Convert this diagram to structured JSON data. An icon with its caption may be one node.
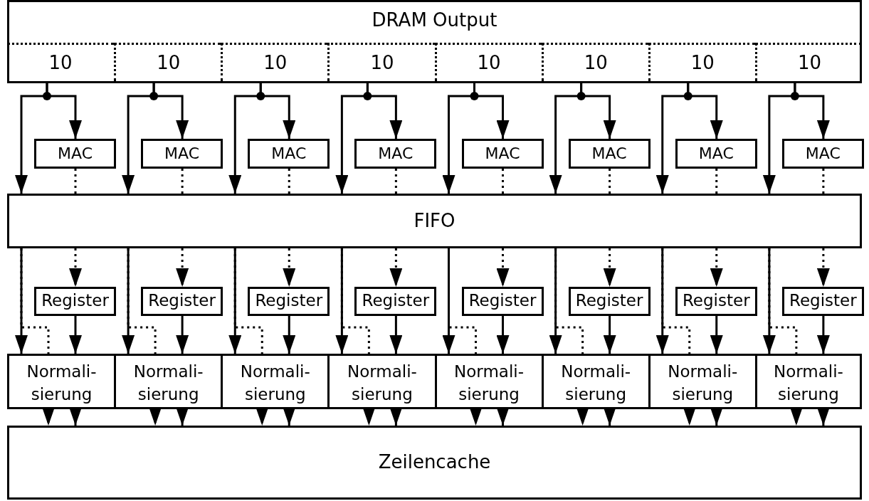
{
  "diagram": {
    "nodes": [
      {
        "text": [
          "DRAM Output"
        ]
      },
      {
        "text": [
          "10"
        ],
        "in": 0
      },
      {
        "text": [
          "10"
        ],
        "in": 0
      },
      {
        "text": [
          "10"
        ],
        "in": 0
      },
      {
        "text": [
          "10"
        ],
        "in": 0
      },
      {
        "text": [
          "10"
        ],
        "in": 0
      },
      {
        "text": [
          "10"
        ],
        "in": 0
      },
      {
        "text": [
          "10"
        ],
        "in": 0
      },
      {
        "text": [
          "10"
        ],
        "in": 0
      },
      {
        "text": [
          "MAC"
        ]
      },
      {
        "text": [
          "MAC"
        ]
      },
      {
        "text": [
          "MAC"
        ]
      },
      {
        "text": [
          "MAC"
        ]
      },
      {
        "text": [
          "MAC"
        ]
      },
      {
        "text": [
          "MAC"
        ]
      },
      {
        "text": [
          "MAC"
        ]
      },
      {
        "text": [
          "MAC"
        ]
      },
      {
        "text": [
          "FIFO"
        ]
      },
      {
        "text": [
          "Register"
        ]
      },
      {
        "text": [
          "Register"
        ]
      },
      {
        "text": [
          "Register"
        ]
      },
      {
        "text": [
          "Register"
        ]
      },
      {
        "text": [
          "Register"
        ]
      },
      {
        "text": [
          "Register"
        ]
      },
      {
        "text": [
          "Register"
        ]
      },
      {
        "text": [
          "Register"
        ]
      },
      {
        "text": [
          "Normali- sierung"
        ]
      },
      {
        "text": [
          "Normali- sierung"
        ]
      },
      {
        "text": [
          "Normali- sierung"
        ]
      },
      {
        "text": [
          "Normali- sierung"
        ]
      },
      {
        "text": [
          "Normali- sierung"
        ]
      },
      {
        "text": [
          "Normali- sierung"
        ]
      },
      {
        "text": [
          "Normali- sierung"
        ]
      },
      {
        "text": [
          "Normali- sierung"
        ]
      },
      {
        "text": [
          "Zeilencache"
        ]
      }
    ],
    "edges": [
      {
        "from": 1,
        "to": 17,
        "arrow": "to"
      },
      {
        "from": 1,
        "to": 9,
        "arrow": "to"
      },
      {
        "from": 9,
        "to": 17,
        "arrow": "none",
        "style": "dashed"
      },
      {
        "from": 17,
        "to": 18,
        "arrow": "to",
        "style": "dashed"
      },
      {
        "from": 17,
        "to": 26,
        "arrow": "to"
      },
      {
        "from": 17,
        "to": 26,
        "arrow": "none",
        "style": "dashed"
      },
      {
        "from": 18,
        "to": 26,
        "arrow": "to"
      },
      {
        "from": 26,
        "to": 34,
        "arrow": "to",
        "style": "dashed"
      },
      {
        "from": 26,
        "to": 34,
        "arrow": "to"
      },
      {
        "from": 2,
        "to": 17,
        "arrow": "to"
      },
      {
        "from": 2,
        "to": 10,
        "arrow": "to"
      },
      {
        "from": 10,
        "to": 17,
        "arrow": "none",
        "style": "dashed"
      },
      {
        "from": 17,
        "to": 19,
        "arrow": "to",
        "style": "dashed"
      },
      {
        "from": 17,
        "to": 27,
        "arrow": "to"
      },
      {
        "from": 17,
        "to": 27,
        "arrow": "none",
        "style": "dashed"
      },
      {
        "from": 19,
        "to": 27,
        "arrow": "to"
      },
      {
        "from": 27,
        "to": 34,
        "arrow": "to",
        "style": "dashed"
      },
      {
        "from": 27,
        "to": 34,
        "arrow": "to"
      },
      {
        "from": 3,
        "to": 17,
        "arrow": "to"
      },
      {
        "from": 3,
        "to": 11,
        "arrow": "to"
      },
      {
        "from": 11,
        "to": 17,
        "arrow": "none",
        "style": "dashed"
      },
      {
        "from": 17,
        "to": 20,
        "arrow": "to",
        "style": "dashed"
      },
      {
        "from": 17,
        "to": 28,
        "arrow": "to"
      },
      {
        "from": 17,
        "to": 28,
        "arrow": "none",
        "style": "dashed"
      },
      {
        "from": 20,
        "to": 28,
        "arrow": "to"
      },
      {
        "from": 28,
        "to": 34,
        "arrow": "to",
        "style": "dashed"
      },
      {
        "from": 28,
        "to": 34,
        "arrow": "to"
      },
      {
        "from": 4,
        "to": 17,
        "arrow": "to"
      },
      {
        "from": 4,
        "to": 12,
        "arrow": "to"
      },
      {
        "from": 12,
        "to": 17,
        "arrow": "none",
        "style": "dashed"
      },
      {
        "from": 17,
        "to": 21,
        "arrow": "to",
        "style": "dashed"
      },
      {
        "from": 17,
        "to": 29,
        "arrow": "to"
      },
      {
        "from": 17,
        "to": 29,
        "arrow": "none",
        "style": "dashed"
      },
      {
        "from": 21,
        "to": 29,
        "arrow": "to"
      },
      {
        "from": 29,
        "to": 34,
        "arrow": "to",
        "style": "dashed"
      },
      {
        "from": 29,
        "to": 34,
        "arrow": "to"
      },
      {
        "from": 5,
        "to": 17,
        "arrow": "to"
      },
      {
        "from": 5,
        "to": 13,
        "arrow": "to"
      },
      {
        "from": 13,
        "to": 17,
        "arrow": "none",
        "style": "dashed"
      },
      {
        "from": 17,
        "to": 22,
        "arrow": "to",
        "style": "dashed"
      },
      {
        "from": 17,
        "to": 30,
        "arrow": "to"
      },
      {
        "from": 17,
        "to": 30,
        "arrow": "none",
        "style": "dashed"
      },
      {
        "from": 22,
        "to": 30,
        "arrow": "to"
      },
      {
        "from": 30,
        "to": 34,
        "arrow": "to",
        "style": "dashed"
      },
      {
        "from": 30,
        "to": 34,
        "arrow": "to"
      },
      {
        "from": 6,
        "to": 17,
        "arrow": "to"
      },
      {
        "from": 6,
        "to": 14,
        "arrow": "to"
      },
      {
        "from": 14,
        "to": 17,
        "arrow": "none",
        "style": "dashed"
      },
      {
        "from": 17,
        "to": 23,
        "arrow": "to",
        "style": "dashed"
      },
      {
        "from": 17,
        "to": 31,
        "arrow": "to"
      },
      {
        "from": 17,
        "to": 31,
        "arrow": "none",
        "style": "dashed"
      },
      {
        "from": 23,
        "to": 31,
        "arrow": "to"
      },
      {
        "from": 31,
        "to": 34,
        "arrow": "to",
        "style": "dashed"
      },
      {
        "from": 31,
        "to": 34,
        "arrow": "to"
      },
      {
        "from": 7,
        "to": 17,
        "arrow": "to"
      },
      {
        "from": 7,
        "to": 15,
        "arrow": "to"
      },
      {
        "from": 15,
        "to": 17,
        "arrow": "none",
        "style": "dashed"
      },
      {
        "from": 17,
        "to": 24,
        "arrow": "to",
        "style": "dashed"
      },
      {
        "from": 17,
        "to": 32,
        "arrow": "to"
      },
      {
        "from": 17,
        "to": 32,
        "arrow": "none",
        "style": "dashed"
      },
      {
        "from": 24,
        "to": 32,
        "arrow": "to"
      },
      {
        "from": 32,
        "to": 34,
        "arrow": "to",
        "style": "dashed"
      },
      {
        "from": 32,
        "to": 34,
        "arrow": "to"
      },
      {
        "from": 8,
        "to": 17,
        "arrow": "to"
      },
      {
        "from": 8,
        "to": 16,
        "arrow": "to"
      },
      {
        "from": 16,
        "to": 17,
        "arrow": "none",
        "style": "dashed"
      },
      {
        "from": 17,
        "to": 25,
        "arrow": "to",
        "style": "dashed"
      },
      {
        "from": 17,
        "to": 33,
        "arrow": "to"
      },
      {
        "from": 17,
        "to": 33,
        "arrow": "none",
        "style": "dashed"
      },
      {
        "from": 25,
        "to": 33,
        "arrow": "to"
      },
      {
        "from": 33,
        "to": 34,
        "arrow": "to",
        "style": "dashed"
      },
      {
        "from": 33,
        "to": 34,
        "arrow": "to"
      }
    ]
  }
}
